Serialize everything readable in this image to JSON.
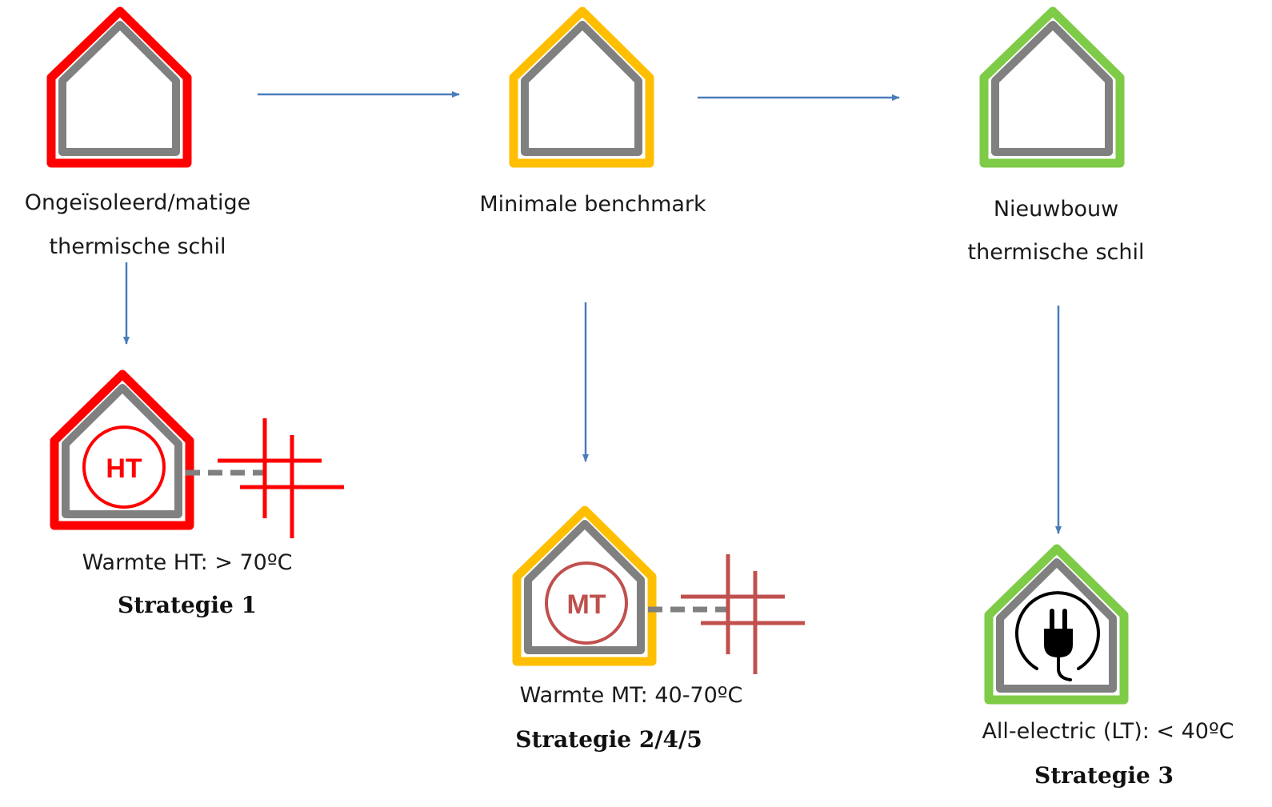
{
  "colors": {
    "red": "#ff0000",
    "orange": "#ffbf00",
    "green": "#7ecb47",
    "gray": "#808080",
    "mt_red": "#c0504d",
    "arrow": "#4a7ebb"
  },
  "houses": [
    {
      "label_line1": "Ongeïsoleerd/matige",
      "label_line2": "thermische schil",
      "color": "red"
    },
    {
      "label_line1": "Minimale benchmark",
      "label_line2": "",
      "color": "orange"
    },
    {
      "label_line1": "Nieuwbouw",
      "label_line2": "thermische schil",
      "color": "green"
    }
  ],
  "strategies": [
    {
      "badge": "HT",
      "caption": "Warmte HT: > 70ºC",
      "name": "Strategie 1",
      "icon": "heat-network-icon"
    },
    {
      "badge": "MT",
      "caption": "Warmte MT: 40-70ºC",
      "name": "Strategie 2/4/5",
      "icon": "heat-network-icon"
    },
    {
      "badge": "",
      "caption": "All-electric (LT): < 40ºC",
      "name": "Strategie 3",
      "icon": "electric-plug-icon"
    }
  ]
}
